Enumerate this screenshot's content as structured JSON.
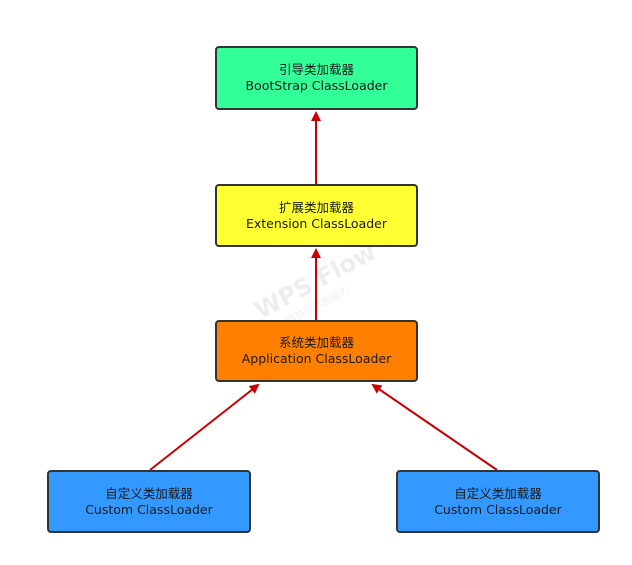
{
  "nodes": {
    "bootstrap": {
      "title": "引导类加载器",
      "subtitle": "BootStrap ClassLoader",
      "color": "#33ff99"
    },
    "extension": {
      "title": "扩展类加载器",
      "subtitle": "Extension ClassLoader",
      "color": "#ffff33"
    },
    "application": {
      "title": "系统类加载器",
      "subtitle": "Application ClassLoader",
      "color": "#ff8000"
    },
    "custom_left": {
      "title": "自定义类加载器",
      "subtitle": "Custom ClassLoader",
      "color": "#3399ff"
    },
    "custom_right": {
      "title": "自定义类加载器",
      "subtitle": "Custom ClassLoader",
      "color": "#3399ff"
    }
  },
  "edges": [
    {
      "from": "extension",
      "to": "bootstrap"
    },
    {
      "from": "application",
      "to": "extension"
    },
    {
      "from": "custom_left",
      "to": "application"
    },
    {
      "from": "custom_right",
      "to": "application"
    }
  ],
  "arrow_color": "#cc0000",
  "watermark": {
    "main": "WPS Flow",
    "sub": "WPS协同作图能力"
  }
}
